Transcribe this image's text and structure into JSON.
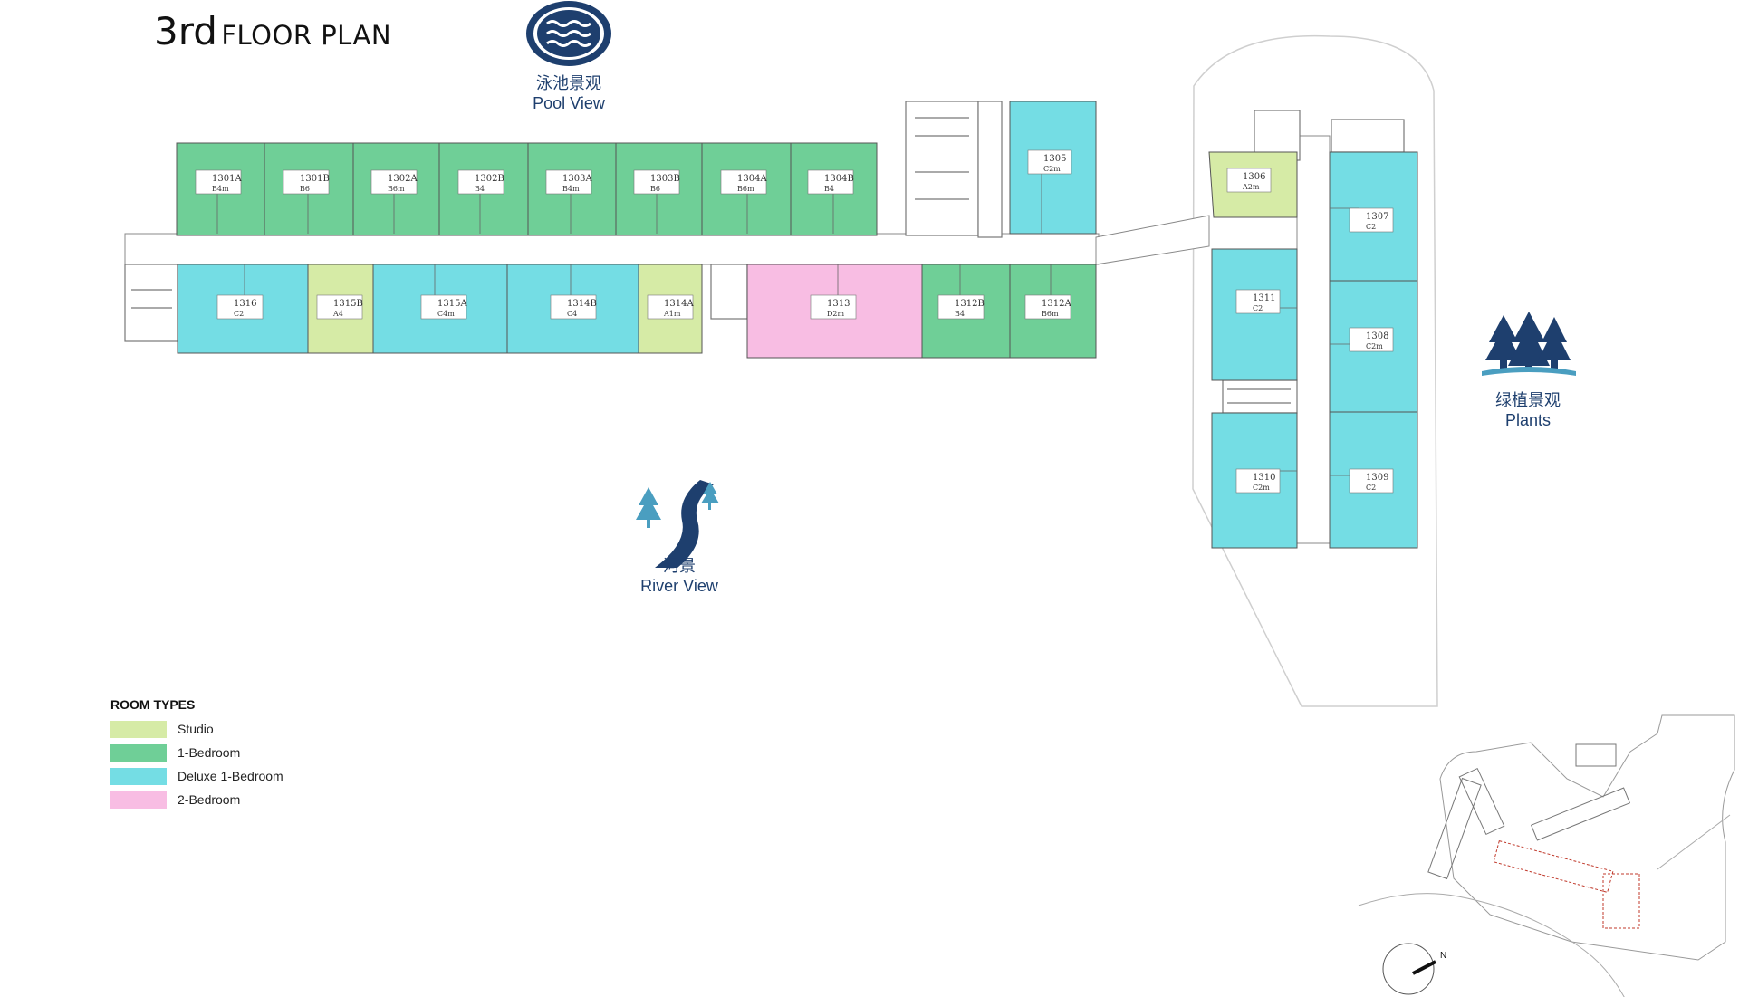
{
  "title": {
    "main": "3rd",
    "sub": "FLOOR PLAN"
  },
  "views": {
    "pool": {
      "zh": "泳池景观",
      "en": "Pool View"
    },
    "river": {
      "zh": "河景",
      "en": "River View"
    },
    "plants": {
      "zh": "绿植景观",
      "en": "Plants"
    }
  },
  "legend": {
    "title": "ROOM TYPES",
    "items": [
      {
        "label": "Studio",
        "color": "#d6eba6"
      },
      {
        "label": "1-Bedroom",
        "color": "#6fcf97"
      },
      {
        "label": "Deluxe 1-Bedroom",
        "color": "#74dde4"
      },
      {
        "label": "2-Bedroom",
        "color": "#f8bde3"
      }
    ]
  },
  "units": {
    "u1301A": {
      "no": "1301A",
      "type": "B4m",
      "kind": "1-Bedroom"
    },
    "u1301B": {
      "no": "1301B",
      "type": "B6",
      "kind": "1-Bedroom"
    },
    "u1302A": {
      "no": "1302A",
      "type": "B6m",
      "kind": "1-Bedroom"
    },
    "u1302B": {
      "no": "1302B",
      "type": "B4",
      "kind": "1-Bedroom"
    },
    "u1303A": {
      "no": "1303A",
      "type": "B4m",
      "kind": "1-Bedroom"
    },
    "u1303B": {
      "no": "1303B",
      "type": "B6",
      "kind": "1-Bedroom"
    },
    "u1304A": {
      "no": "1304A",
      "type": "B6m",
      "kind": "1-Bedroom"
    },
    "u1304B": {
      "no": "1304B",
      "type": "B4",
      "kind": "1-Bedroom"
    },
    "u1305": {
      "no": "1305",
      "type": "C2m",
      "kind": "Deluxe 1-Bedroom"
    },
    "u1306": {
      "no": "1306",
      "type": "A2m",
      "kind": "Studio"
    },
    "u1307": {
      "no": "1307",
      "type": "C2",
      "kind": "Deluxe 1-Bedroom"
    },
    "u1308": {
      "no": "1308",
      "type": "C2m",
      "kind": "Deluxe 1-Bedroom"
    },
    "u1309": {
      "no": "1309",
      "type": "C2",
      "kind": "Deluxe 1-Bedroom"
    },
    "u1310": {
      "no": "1310",
      "type": "C2m",
      "kind": "Deluxe 1-Bedroom"
    },
    "u1311": {
      "no": "1311",
      "type": "C2",
      "kind": "Deluxe 1-Bedroom"
    },
    "u1312A": {
      "no": "1312A",
      "type": "B6m",
      "kind": "1-Bedroom"
    },
    "u1312B": {
      "no": "1312B",
      "type": "B4",
      "kind": "1-Bedroom"
    },
    "u1313": {
      "no": "1313",
      "type": "D2m",
      "kind": "2-Bedroom"
    },
    "u1314A": {
      "no": "1314A",
      "type": "A1m",
      "kind": "Studio"
    },
    "u1314B": {
      "no": "1314B",
      "type": "C4",
      "kind": "Deluxe 1-Bedroom"
    },
    "u1315A": {
      "no": "1315A",
      "type": "C4m",
      "kind": "Deluxe 1-Bedroom"
    },
    "u1315B": {
      "no": "1315B",
      "type": "A4",
      "kind": "Studio"
    },
    "u1316": {
      "no": "1316",
      "type": "C2",
      "kind": "Deluxe 1-Bedroom"
    }
  },
  "compass": {
    "north": "N"
  }
}
